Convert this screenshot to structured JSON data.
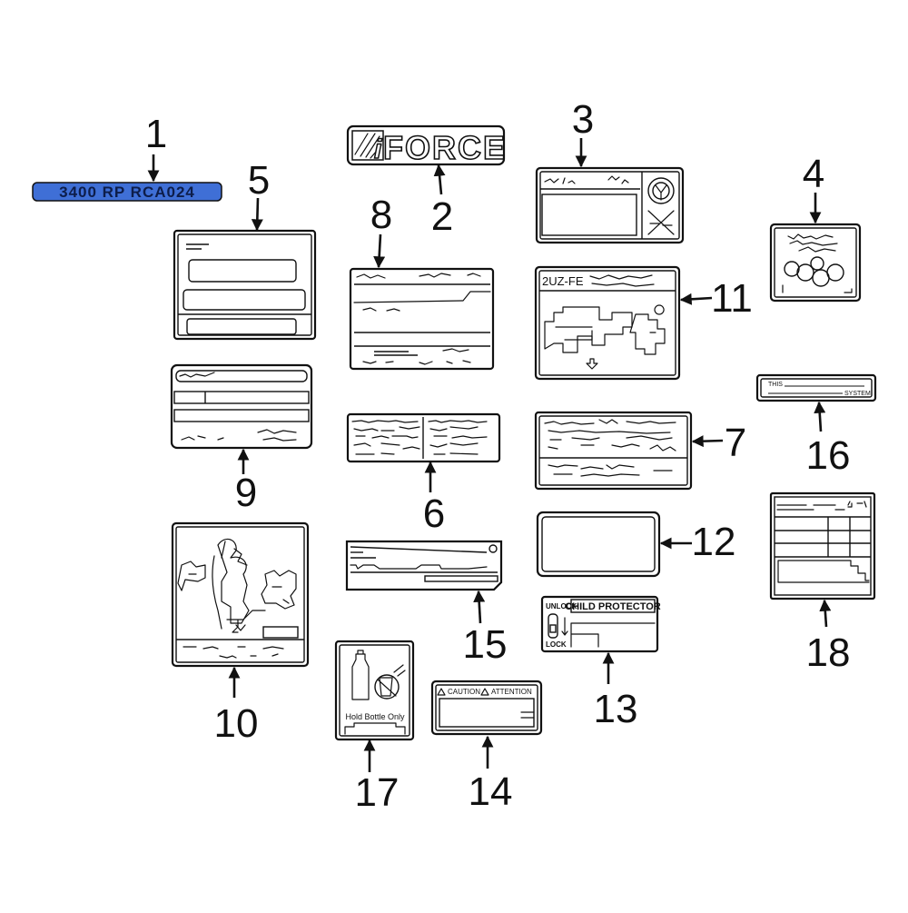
{
  "callouts": [
    "1",
    "2",
    "3",
    "4",
    "5",
    "6",
    "7",
    "8",
    "9",
    "10",
    "11",
    "12",
    "13",
    "14",
    "15",
    "16",
    "17",
    "18"
  ],
  "badge_1": {
    "text": "3400 RP RCA024",
    "color": "#3f6fd6"
  },
  "emblem_2": {
    "text": "FORCE"
  },
  "label_11": {
    "code": "2UZ-FE"
  },
  "label_13": {
    "unlock": "UNLOCK",
    "title": "CHILD PROTECTOR",
    "lock": "LOCK"
  },
  "label_14": {
    "caution": "CAUTION",
    "attention": "ATTENTION"
  },
  "label_16": {
    "this": "THIS",
    "system": "SYSTEM"
  },
  "label_17": {
    "caption": "Hold Bottle Only"
  }
}
